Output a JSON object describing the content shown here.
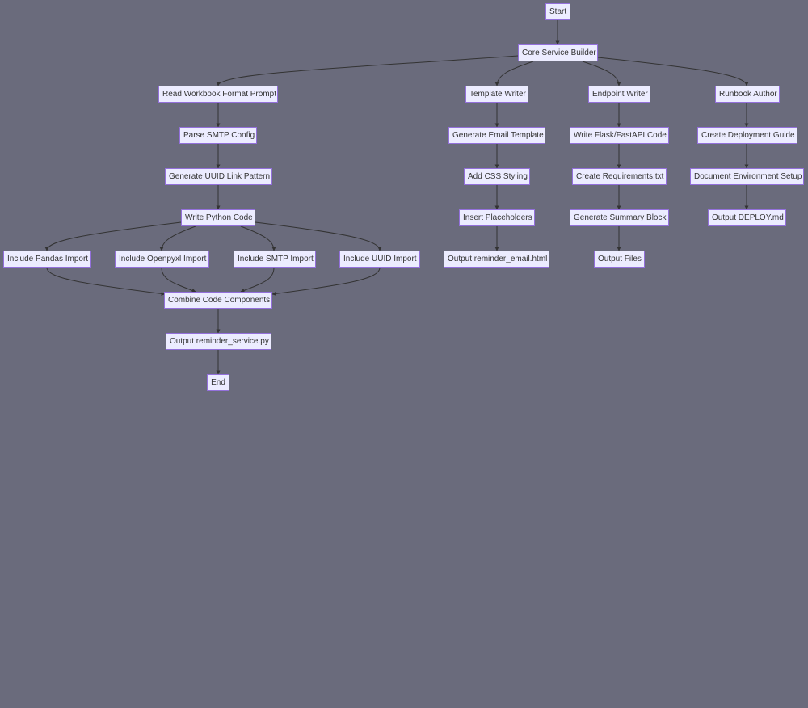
{
  "diagram": {
    "colors": {
      "background": "#6a6b7c",
      "node_fill": "#ececff",
      "node_border": "#9370db",
      "node_text": "#333333",
      "edge": "#333333"
    },
    "nodes": {
      "start": "Start",
      "core": "Core Service Builder",
      "read": "Read Workbook Format Prompt",
      "template": "Template Writer",
      "endpoint": "Endpoint Writer",
      "runbook": "Runbook Author",
      "smtp_cfg": "Parse SMTP Config",
      "email_tpl": "Generate Email Template",
      "flask": "Write Flask/FastAPI Code",
      "deploy_guide": "Create Deployment Guide",
      "uuid_link": "Generate UUID Link Pattern",
      "css": "Add CSS Styling",
      "reqs": "Create Requirements.txt",
      "env": "Document Environment Setup",
      "python": "Write Python Code",
      "placeholders": "Insert Placeholders",
      "summary": "Generate Summary Block",
      "deploy_md": "Output DEPLOY.md",
      "pandas": "Include Pandas Import",
      "openpyxl": "Include Openpyxl Import",
      "smtp_imp": "Include SMTP Import",
      "uuid_imp": "Include UUID Import",
      "email_html": "Output reminder_email.html",
      "files": "Output Files",
      "combine": "Combine Code Components",
      "service_py": "Output reminder_service.py",
      "end": "End"
    }
  }
}
